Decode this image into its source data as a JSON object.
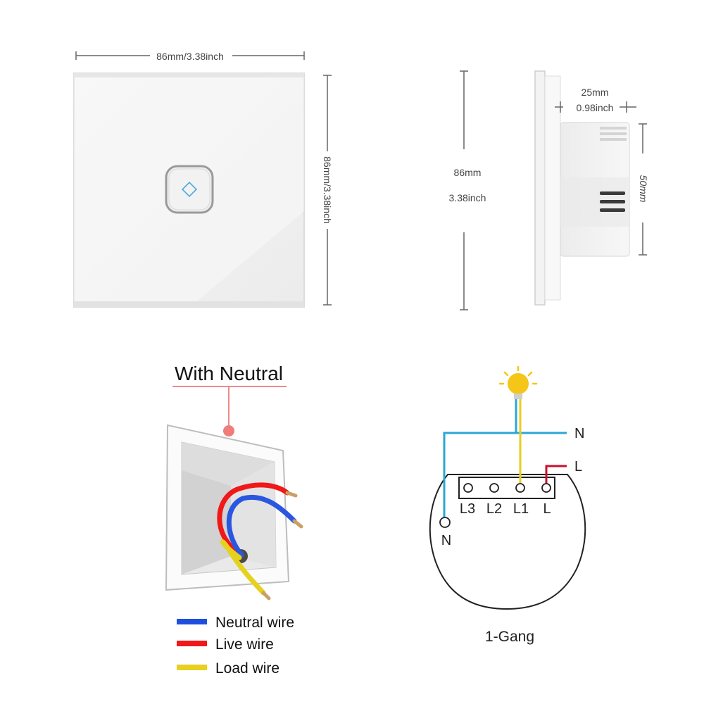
{
  "front_view": {
    "width_label": "86mm/3.38inch",
    "height_label": "86mm/3.38inch"
  },
  "side_view": {
    "height_mm": "86mm",
    "height_inch": "3.38inch",
    "depth_mm": "25mm",
    "depth_inch": "0.98inch",
    "box_height": "50mm"
  },
  "neutral_section": {
    "title": "With Neutral",
    "legend": [
      {
        "label": "Neutral wire",
        "color": "#1f4fe0"
      },
      {
        "label": "Live wire",
        "color": "#f01818"
      },
      {
        "label": "Load wire",
        "color": "#e8d020"
      }
    ]
  },
  "wiring_diagram": {
    "caption": "1-Gang",
    "line_labels": {
      "neutral": "N",
      "live": "L"
    },
    "terminals": [
      "L3",
      "L2",
      "L1",
      "L"
    ],
    "neutral_terminal": "N",
    "colors": {
      "neutral": "#2aa7d6",
      "load": "#e8cf1c",
      "live": "#c8102e",
      "bulb": "#f5c518"
    }
  }
}
